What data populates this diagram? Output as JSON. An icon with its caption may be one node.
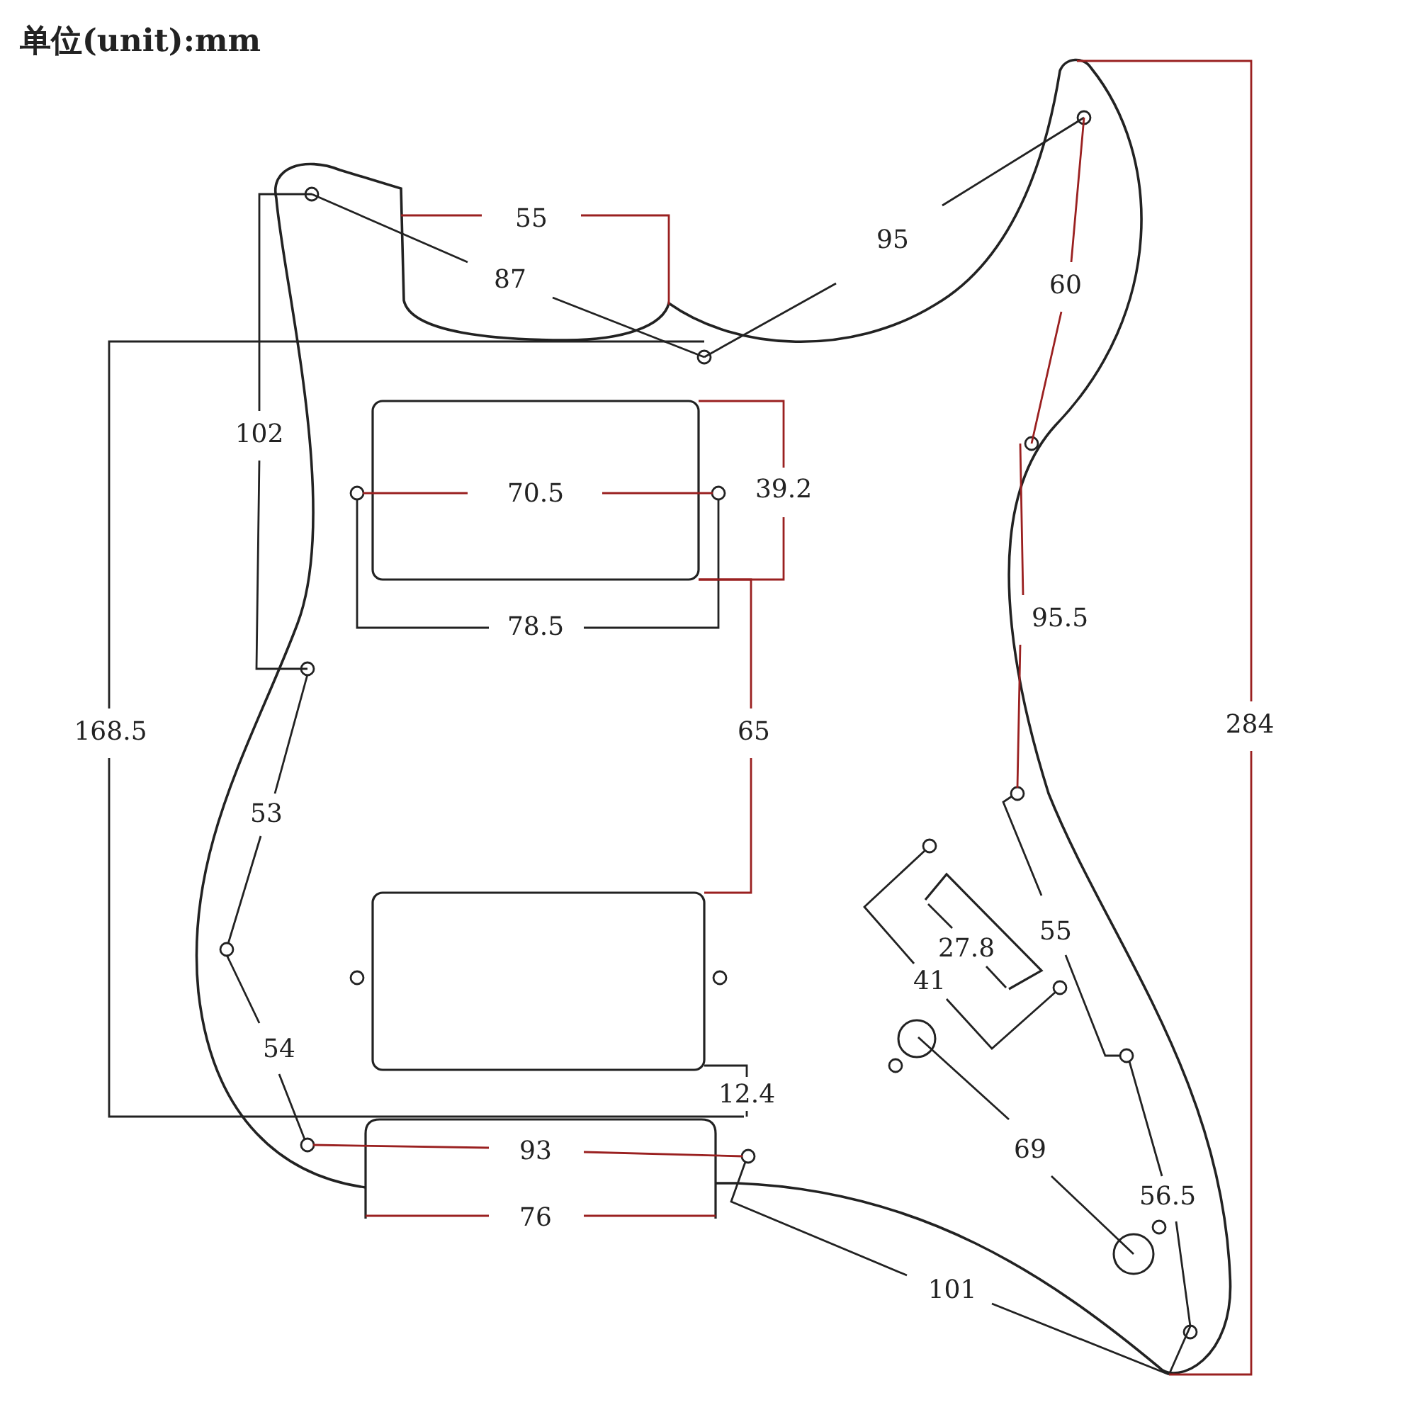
{
  "diagram": {
    "title": "单位(unit):mm",
    "labels": [
      "55",
      "95",
      "87",
      "60",
      "102",
      "70.5",
      "39.2",
      "78.5",
      "95.5",
      "168.5",
      "65",
      "284",
      "53",
      "27.8",
      "55",
      "41",
      "54",
      "12.4",
      "93",
      "69",
      "56.5",
      "76",
      "101"
    ]
  }
}
